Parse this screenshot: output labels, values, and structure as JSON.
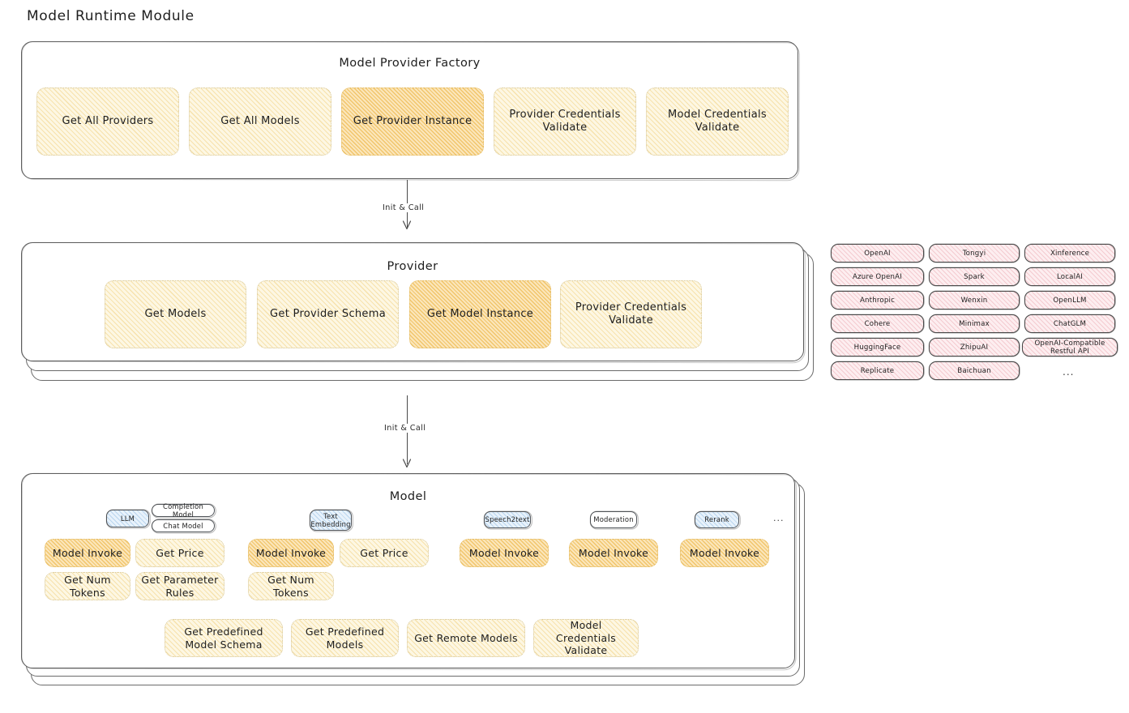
{
  "page": {
    "title": "Model Runtime Module"
  },
  "factory": {
    "title": "Model Provider Factory",
    "nodes": [
      {
        "label": "Get All Providers",
        "highlight": false
      },
      {
        "label": "Get All Models",
        "highlight": false
      },
      {
        "label": "Get Provider Instance",
        "highlight": true
      },
      {
        "label": "Provider Credentials Validate",
        "highlight": false
      },
      {
        "label": "Model Credentials Validate",
        "highlight": false
      }
    ]
  },
  "arrows": [
    {
      "label": "Init & Call"
    },
    {
      "label": "Init & Call"
    }
  ],
  "provider": {
    "title": "Provider",
    "nodes": [
      {
        "label": "Get Models",
        "highlight": false
      },
      {
        "label": "Get Provider Schema",
        "highlight": false
      },
      {
        "label": "Get Model Instance",
        "highlight": true
      },
      {
        "label": "Provider Credentials Validate",
        "highlight": false
      }
    ]
  },
  "provider_list": {
    "columns": [
      [
        "OpenAI",
        "Azure OpenAI",
        "Anthropic",
        "Cohere",
        "HuggingFace",
        "Replicate"
      ],
      [
        "Tongyi",
        "Spark",
        "Wenxin",
        "Minimax",
        "ZhipuAI",
        "Baichuan"
      ],
      [
        "Xinference",
        "LocalAI",
        "OpenLLM",
        "ChatGLM",
        "OpenAI-Compatible Restful API"
      ]
    ],
    "more": "..."
  },
  "model": {
    "title": "Model",
    "more": "...",
    "types": [
      {
        "badge": "LLM",
        "badge_style": "blue",
        "sub_badges": [
          "Completion Model",
          "Chat Model"
        ],
        "ops": [
          {
            "label": "Model Invoke",
            "highlight": true
          },
          {
            "label": "Get Price",
            "highlight": false
          },
          {
            "label": "Get Num Tokens",
            "highlight": false
          },
          {
            "label": "Get Parameter Rules",
            "highlight": false
          }
        ]
      },
      {
        "badge": "Text Embedding",
        "badge_style": "blue",
        "sub_badges": [],
        "ops": [
          {
            "label": "Model Invoke",
            "highlight": true
          },
          {
            "label": "Get Price",
            "highlight": false
          },
          {
            "label": "Get Num Tokens",
            "highlight": false
          }
        ]
      },
      {
        "badge": "Speech2text",
        "badge_style": "blue",
        "sub_badges": [],
        "ops": [
          {
            "label": "Model Invoke",
            "highlight": true
          }
        ]
      },
      {
        "badge": "Moderation",
        "badge_style": "white",
        "sub_badges": [],
        "ops": [
          {
            "label": "Model Invoke",
            "highlight": true
          }
        ]
      },
      {
        "badge": "Rerank",
        "badge_style": "blue",
        "sub_badges": [],
        "ops": [
          {
            "label": "Model Invoke",
            "highlight": true
          }
        ]
      }
    ],
    "common_ops": [
      {
        "label": "Get Predefined Model Schema"
      },
      {
        "label": "Get Predefined Models"
      },
      {
        "label": "Get Remote Models"
      },
      {
        "label": "Model Credentials Validate"
      }
    ]
  },
  "colors": {
    "node_light": "#fdf7e3",
    "node_strong": "#fbe6bb",
    "pill": "#fdeef0",
    "badge_blue": "#e8f2fb",
    "stroke": "#5c5c5c"
  }
}
